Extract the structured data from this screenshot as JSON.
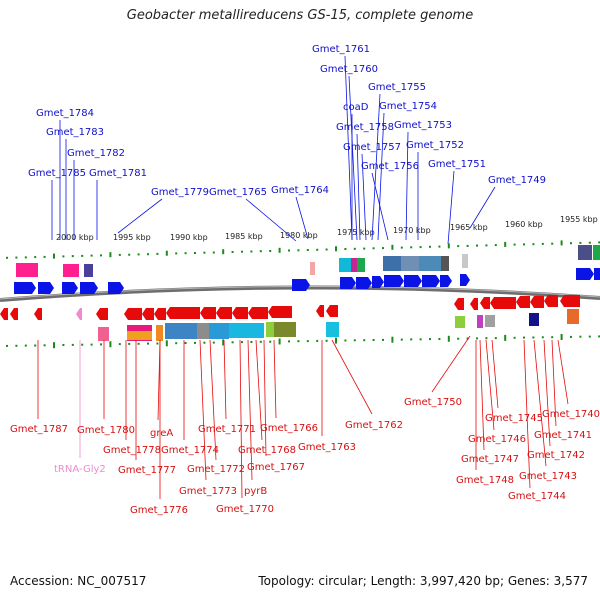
{
  "title": "Geobacter metallireducens GS-15, complete genome",
  "footer": {
    "accession": "Accession: NC_007517",
    "topology": "Topology: circular; Length: 3,997,420 bp; Genes: 3,577"
  },
  "colors": {
    "forward": "#0a14e6",
    "reverse": "#e60a0a",
    "rna": "#f08ad0",
    "backbone": "#808080",
    "tick": "#1a8a1a"
  },
  "scale_labels": [
    "2000 kbp",
    "1995 kbp",
    "1990 kbp",
    "1985 kbp",
    "1980 kbp",
    "1975 kbp",
    "1970 kbp",
    "1965 kbp",
    "1960 kbp",
    "1955 kbp"
  ],
  "top_labels": [
    "Gmet_1761",
    "Gmet_1760",
    "Gmet_1755",
    "Gmet_1754",
    "coaD",
    "Gmet_1758",
    "Gmet_1753",
    "Gmet_1757",
    "Gmet_1752",
    "Gmet_1756",
    "Gmet_1751",
    "Gmet_1749",
    "Gmet_1784",
    "Gmet_1783",
    "Gmet_1782",
    "Gmet_1785",
    "Gmet_1781",
    "Gmet_1779",
    "Gmet_1765",
    "Gmet_1764"
  ],
  "bottom_labels": [
    "Gmet_1787",
    "tRNA-Gly2",
    "Gmet_1780",
    "Gmet_1778",
    "Gmet_1777",
    "greA",
    "Gmet_1776",
    "Gmet_1774",
    "Gmet_1773",
    "Gmet_1772",
    "Gmet_1771",
    "Gmet_1770",
    "pyrB",
    "Gmet_1768",
    "Gmet_1767",
    "Gmet_1766",
    "Gmet_1763",
    "Gmet_1762",
    "Gmet_1750",
    "Gmet_1748",
    "Gmet_1747",
    "Gmet_1746",
    "Gmet_1745",
    "Gmet_1744",
    "Gmet_1743",
    "Gmet_1742",
    "Gmet_1741",
    "Gmet_1740"
  ]
}
